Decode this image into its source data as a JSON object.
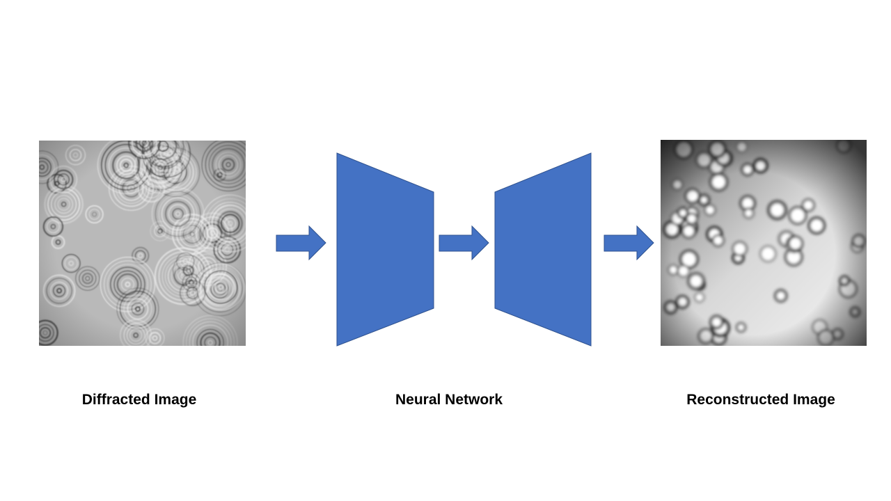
{
  "labels": {
    "diffracted": "Diffracted Image",
    "network": "Neural Network",
    "reconstructed": "Reconstructed Image"
  },
  "colors": {
    "shape_fill": "#4472C4",
    "shape_stroke": "#2F528F",
    "diffracted_bg": "#b9b9b9",
    "reconstructed_bg": "#e6e6e6"
  }
}
